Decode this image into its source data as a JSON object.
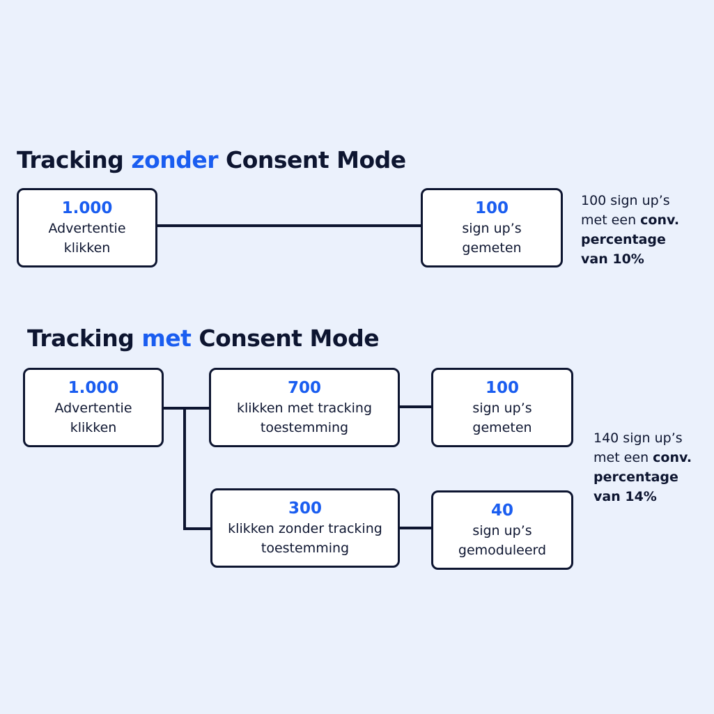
{
  "section_without": {
    "title_part1": "Tracking ",
    "title_accent": "zonder",
    "title_part2": " Consent Mode",
    "node_clicks": {
      "value": "1.000",
      "line1": "Advertentie",
      "line2": "klikken"
    },
    "node_signups": {
      "value": "100",
      "line1": "sign up’s",
      "line2": "gemeten"
    },
    "note": {
      "line1": "100 sign up’s",
      "line2_plain": "met een ",
      "line2_bold": "conv.",
      "line3": "percentage",
      "line4": "van 10%"
    }
  },
  "section_with": {
    "title_part1": "Tracking ",
    "title_accent": "met",
    "title_part2": " Consent Mode",
    "node_clicks": {
      "value": "1.000",
      "line1": "Advertentie",
      "line2": "klikken"
    },
    "node_consent": {
      "value": "700",
      "line1": "klikken met tracking",
      "line2": "toestemming"
    },
    "node_measured": {
      "value": "100",
      "line1": "sign up’s",
      "line2": "gemeten"
    },
    "node_no_consent": {
      "value": "300",
      "line1": "klikken zonder tracking",
      "line2": "toestemming"
    },
    "node_modeled": {
      "value": "40",
      "line1": "sign up’s",
      "line2": "gemoduleerd"
    },
    "note": {
      "line1": "140 sign up’s",
      "line2_plain": "met een ",
      "line2_bold": "conv.",
      "line3": "percentage",
      "line4": "van 14%"
    }
  },
  "colors": {
    "background": "#ebf1fc",
    "accent": "#1a5df0",
    "ink": "#0d1530",
    "node_fill": "#ffffff"
  }
}
